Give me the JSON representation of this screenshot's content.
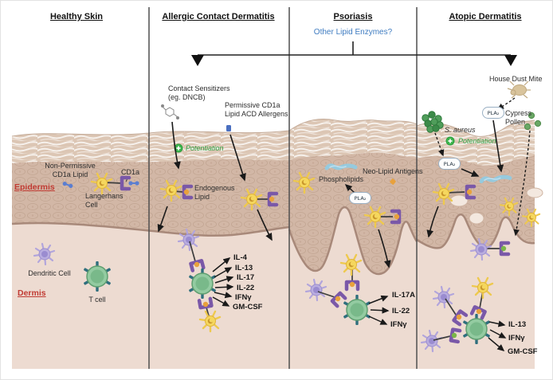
{
  "figure": {
    "panels": [
      {
        "id": "healthy",
        "title": "Healthy Skin"
      },
      {
        "id": "acd",
        "title": "Allergic Contact Dermatitis"
      },
      {
        "id": "psoriasis",
        "title": "Psoriasis"
      },
      {
        "id": "ad",
        "title": "Atopic Dermatitis"
      }
    ],
    "question_label": "Other Lipid Enzymes?"
  },
  "layers": {
    "epidermis": "Epidermis",
    "dermis": "Dermis"
  },
  "healthy": {
    "non_permissive_lipid": "Non-Permissive\nCD1a Lipid",
    "cd1a": "CD1a",
    "langerhans_cell": "Langerhans\nCell",
    "dendritic_cell": "Dendritic Cell",
    "t_cell": "T cell"
  },
  "acd": {
    "contact_sensitizers": "Contact Sensitizers\n(eg. DNCB)",
    "permissive_allergens": "Permissive CD1a\nLipid ACD Allergens",
    "potentiation": "Potentiation",
    "endogenous_lipid": "Endogenous\nLipid",
    "cytokines": [
      "IL-4",
      "IL-13",
      "IL-17",
      "IL-22",
      "IFNγ",
      "GM-CSF"
    ]
  },
  "psoriasis": {
    "phospholipids": "Phospholipids",
    "neo_lipid_antigens": "Neo-Lipid Antigens",
    "pla2": "PLA₂",
    "cytokines": [
      "IL-17A",
      "IL-22",
      "IFNγ"
    ]
  },
  "ad": {
    "house_dust_mite": "House Dust Mite",
    "cypress_pollen": "Cypress\nPollen",
    "s_aureus": "S. aureus",
    "potentiation": "Potentiation",
    "pla2_mite": "PLA₂",
    "pla2_saureus": "PLA₂",
    "cytokines": [
      "IL-13",
      "IFNγ",
      "GM-CSF"
    ]
  },
  "colors": {
    "layer_label_red": "#c13b33",
    "question_blue": "#3f7cc1",
    "potentiation_green": "#2ea043",
    "langerhans_yellow": "#f5d75e",
    "dendritic_purple": "#b9addf",
    "tcell_green": "#93cba1",
    "receptor_purple": "#7a58a8",
    "lipid_blue": "#5b7ed0",
    "phospholipid_blue": "#96cade",
    "s_aureus_green": "#4f9d5a",
    "stratum_corneum": "#dcc6b4",
    "epidermis_fill": "#d2b7a6",
    "dermis_fill": "#eddbd1"
  }
}
